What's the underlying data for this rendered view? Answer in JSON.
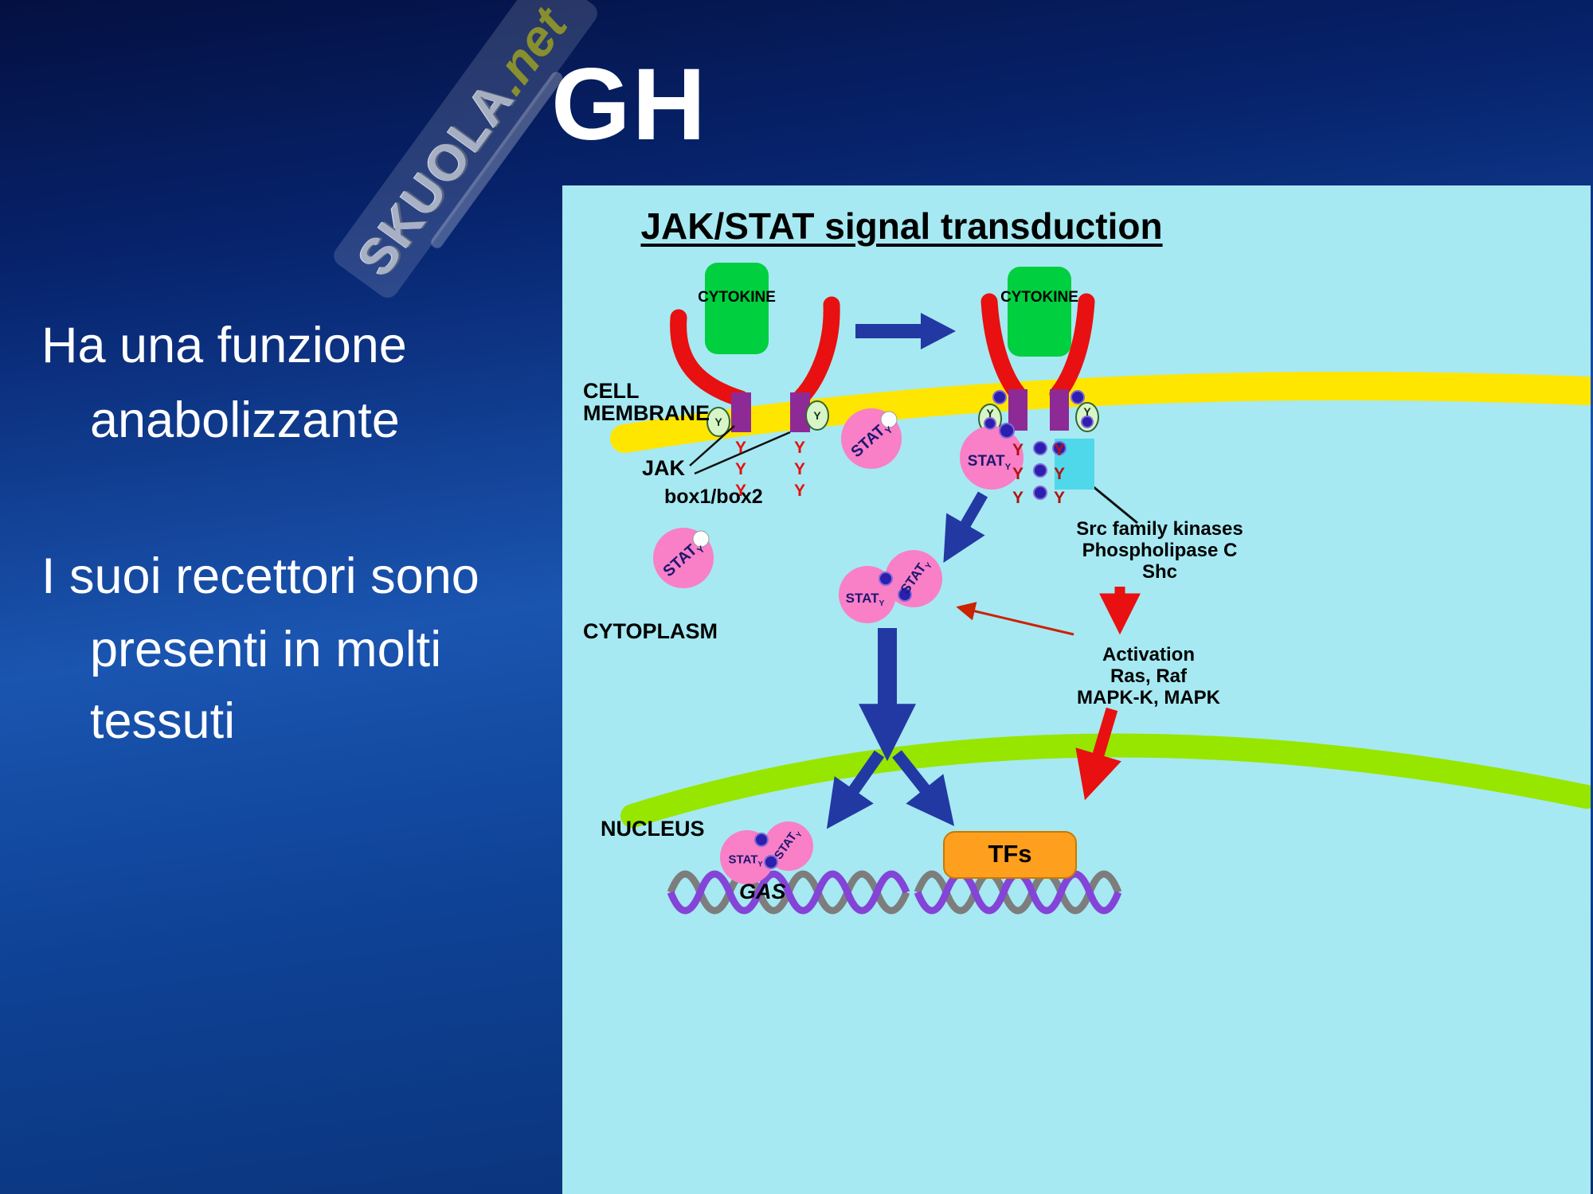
{
  "slide": {
    "title": "GH",
    "bullets": {
      "b1_line1": "Ha una funzione",
      "b1_line2": "anabolizzante",
      "b2_line1": "I suoi recettori sono",
      "b2_line2": "presenti in molti",
      "b2_line3": "tessuti"
    },
    "watermark": {
      "brand": "SKUOLA",
      "tld": ".net"
    }
  },
  "diagram": {
    "title": "JAK/STAT signal transduction",
    "labels": {
      "cytokine": "CYTOKINE",
      "cell_line1": "CELL",
      "cell_line2": "MEMBRANE",
      "jak": "JAK",
      "box": "box1/box2",
      "cytoplasm": "CYTOPLASM",
      "nucleus": "NUCLEUS",
      "src1": "Src family kinases",
      "src2": "Phospholipase C",
      "src3": "Shc",
      "act1": "Activation",
      "act2": "Ras, Raf",
      "act3": "MAPK-K, MAPK",
      "tfs": "TFs",
      "gas": "GAS",
      "stat": "STAT",
      "y": "Y"
    },
    "colors": {
      "panel_bg": "#a6e9f2",
      "membrane_yellow": "#ffe600",
      "nuclear_membrane_green": "#96e600",
      "cytokine_green": "#00cf3f",
      "receptor_red": "#e81010",
      "transmembrane_purple": "#8e2a96",
      "stat_pink": "#f97fc7",
      "arrow_blue": "#2239a4",
      "arrow_red": "#e81010",
      "tfs_orange": "#ff9f1e",
      "phospho_blue": "#2a1fae",
      "dna_gray": "#7d7d7d",
      "dna_purple": "#8444d8"
    }
  }
}
